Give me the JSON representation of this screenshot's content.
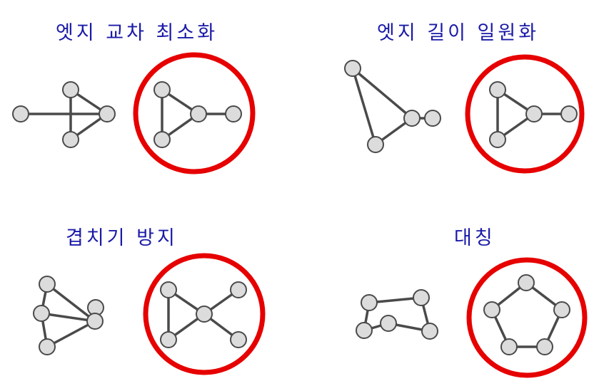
{
  "colors": {
    "title": "#1a1aa8",
    "ring": "#e60000",
    "node_fill": "#dcdcdc",
    "node_stroke": "#4a4a4a"
  },
  "panels": [
    {
      "id": "edge-crossing",
      "title": "엣지 교차 최소화"
    },
    {
      "id": "edge-length",
      "title": "엣지 길이 일원화"
    },
    {
      "id": "overlap",
      "title": "겹치기 방지"
    },
    {
      "id": "symmetry",
      "title": "대칭"
    }
  ]
}
